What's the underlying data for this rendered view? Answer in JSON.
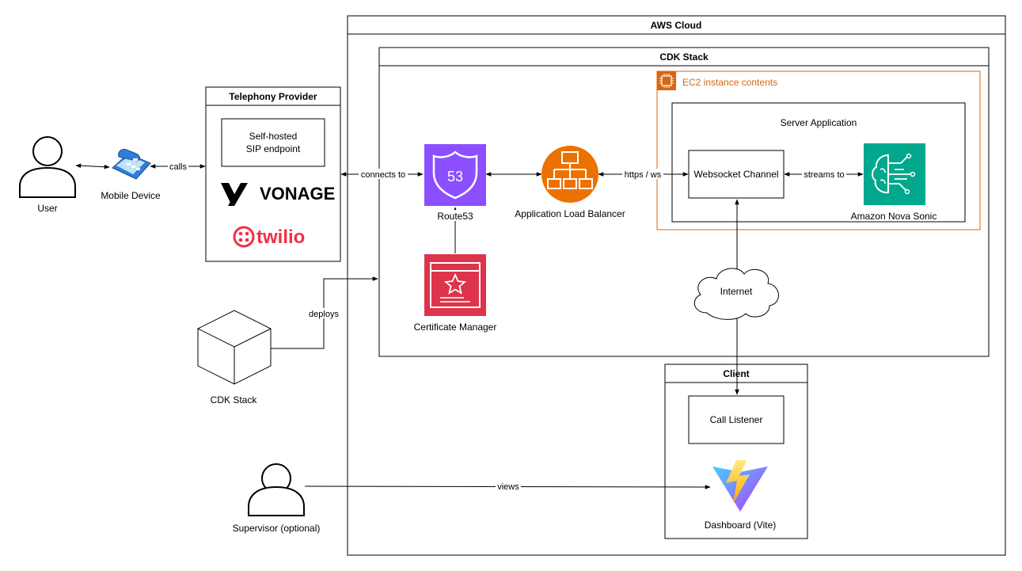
{
  "containers": {
    "aws_cloud": "AWS Cloud",
    "cdk_stack": "CDK Stack",
    "telephony_provider": "Telephony Provider",
    "ec2_contents": "EC2 instance contents",
    "server_application": "Server Application",
    "client": "Client"
  },
  "nodes": {
    "user": "User",
    "mobile_device": "Mobile Device",
    "sip_endpoint_line1": "Self-hosted",
    "sip_endpoint_line2": "SIP endpoint",
    "vonage": "VONAGE",
    "twilio": "twilio",
    "route53": "Route53",
    "route53_badge": "53",
    "alb": "Application Load Balancer",
    "certificate_manager": "Certificate Manager",
    "websocket_channel": "Websocket Channel",
    "nova_sonic": "Amazon Nova Sonic",
    "internet": "Internet",
    "cdk_stack_cube": "CDK Stack",
    "call_listener": "Call Listener",
    "dashboard": "Dashboard (Vite)",
    "supervisor": "Supervisor (optional)"
  },
  "edges": {
    "calls": "calls",
    "connects_to": "connects to",
    "https_ws": "https / ws",
    "streams_to": "streams to",
    "deploys": "deploys",
    "views": "views"
  },
  "colors": {
    "ec2_orange": "#D86613",
    "route53_purple": "#8C4FFF",
    "alb_orange": "#ED7100",
    "acm_red": "#DD344C",
    "nova_green": "#01A88D",
    "twilio_red": "#F22F46"
  }
}
